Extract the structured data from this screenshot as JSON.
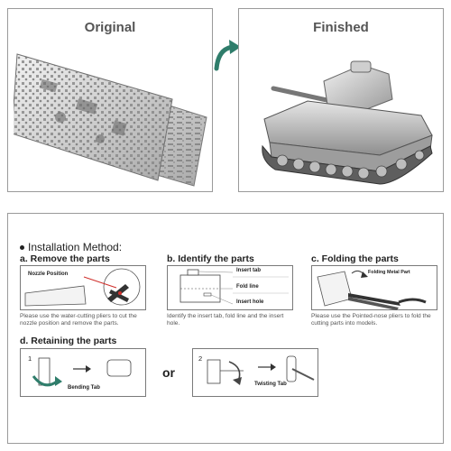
{
  "top": {
    "original_label": "Original",
    "finished_label": "Finished"
  },
  "installation": {
    "title": "Installation Method:",
    "steps": [
      {
        "heading": "a. Remove the parts",
        "callout": "Nozzle Position",
        "description": "Please use the water-cutting pliers to cut the nozzle position and remove the parts."
      },
      {
        "heading": "b. Identify the parts",
        "labels": [
          "Insert tab",
          "Fold line",
          "Insert hole"
        ],
        "description": "Identify the insert tab, fold line and the insert hole."
      },
      {
        "heading": "c. Folding the parts",
        "callout": "Folding Metal Part",
        "description": "Please use the Pointed-nose pliers to fold the cutting parts into models."
      },
      {
        "heading": "d. Retaining the parts",
        "option1_number": "1",
        "option1_label": "Bending Tab",
        "separator": "or",
        "option2_number": "2",
        "option2_label": "Twisting Tab"
      }
    ]
  },
  "colors": {
    "arrow": "#2f7d6b",
    "accent_red": "#d0312d",
    "border": "#9a9a9a",
    "metal_light": "#e4e4e4",
    "metal_dark": "#8c8c8c"
  },
  "icons": [
    "curved-arrow-icon",
    "pliers-icon",
    "arrow-right-icon",
    "bend-arrow-icon",
    "twist-arrow-icon"
  ]
}
